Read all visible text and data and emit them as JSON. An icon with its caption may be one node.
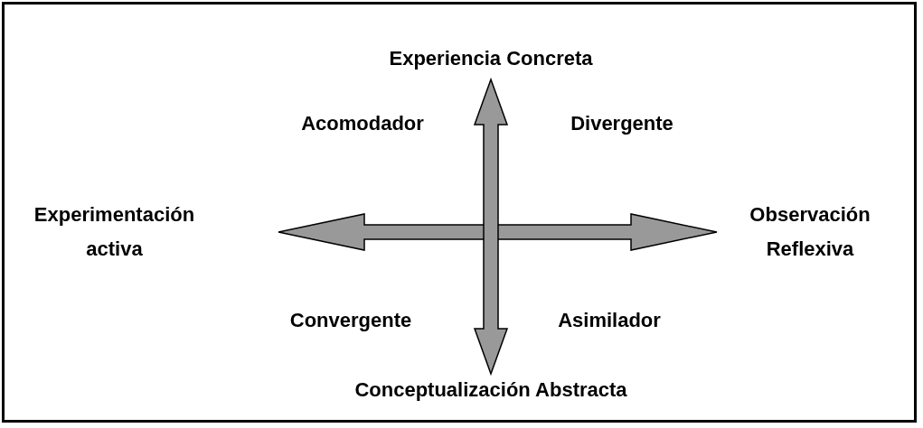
{
  "diagram": {
    "nodes": [
      {
        "text": [
          "Experiencia Concreta"
        ]
      },
      {
        "text": [
          "Experimentación activa"
        ]
      },
      {
        "text": [
          "Observación Reflexiva"
        ]
      },
      {
        "text": [
          "Conceptualización Abstracta"
        ]
      }
    ],
    "edges": [
      {
        "from": 1,
        "to": 2,
        "arrow": "both"
      },
      {
        "from": 0,
        "to": 3,
        "arrow": "both"
      }
    ],
    "labels": [
      "Acomodador",
      "Divergente",
      "Convergente",
      "Asimilador"
    ]
  }
}
